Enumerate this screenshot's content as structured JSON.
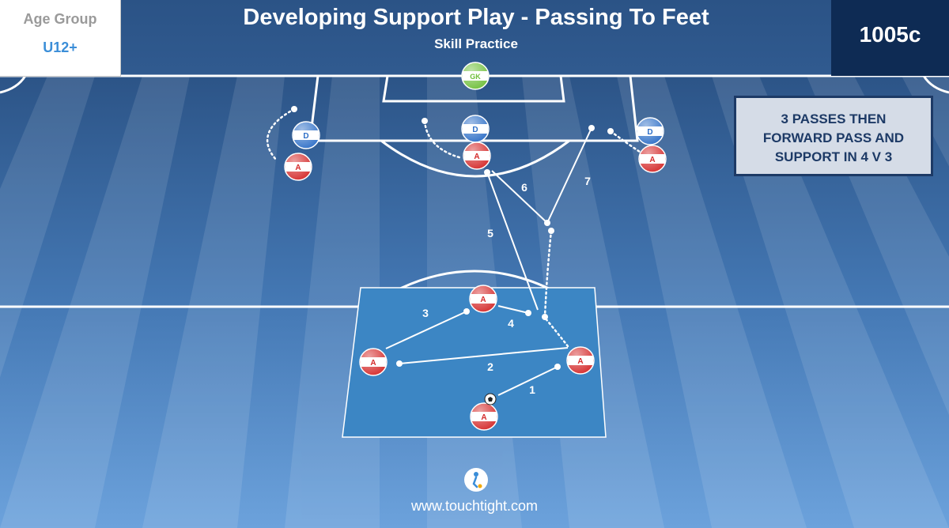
{
  "header": {
    "age_group_label": "Age Group",
    "age_group_value": "U12+",
    "title": "Developing Support Play - Passing To Feet",
    "subtitle": "Skill Practice",
    "code": "1005c"
  },
  "info_box": {
    "lines": [
      "3 PASSES THEN",
      "FORWARD PASS AND",
      "SUPPORT IN 4 V 3"
    ]
  },
  "footer": {
    "url": "www.touchtight.com",
    "logo_icon": "touchtight-logo-icon"
  },
  "colors": {
    "attacker": "#d42a2a",
    "defender": "#2e6fc7",
    "goalkeeper": "#6fbf3a",
    "practice_area": "#3c86c4",
    "header_dark": "#0e2b54",
    "accent_text": "#3b8ed8"
  },
  "players": [
    {
      "role": "goalkeeper",
      "label": "GK"
    },
    {
      "role": "defender",
      "label": "D"
    },
    {
      "role": "defender",
      "label": "D"
    },
    {
      "role": "defender",
      "label": "D"
    },
    {
      "role": "attacker",
      "label": "A"
    },
    {
      "role": "attacker",
      "label": "A"
    },
    {
      "role": "attacker",
      "label": "A"
    },
    {
      "role": "attacker",
      "label": "A"
    },
    {
      "role": "attacker",
      "label": "A"
    },
    {
      "role": "attacker",
      "label": "A"
    },
    {
      "role": "attacker",
      "label": "A"
    }
  ],
  "pass_numbers": [
    "1",
    "2",
    "3",
    "4",
    "5",
    "6",
    "7"
  ],
  "ball_icon": "football-icon"
}
